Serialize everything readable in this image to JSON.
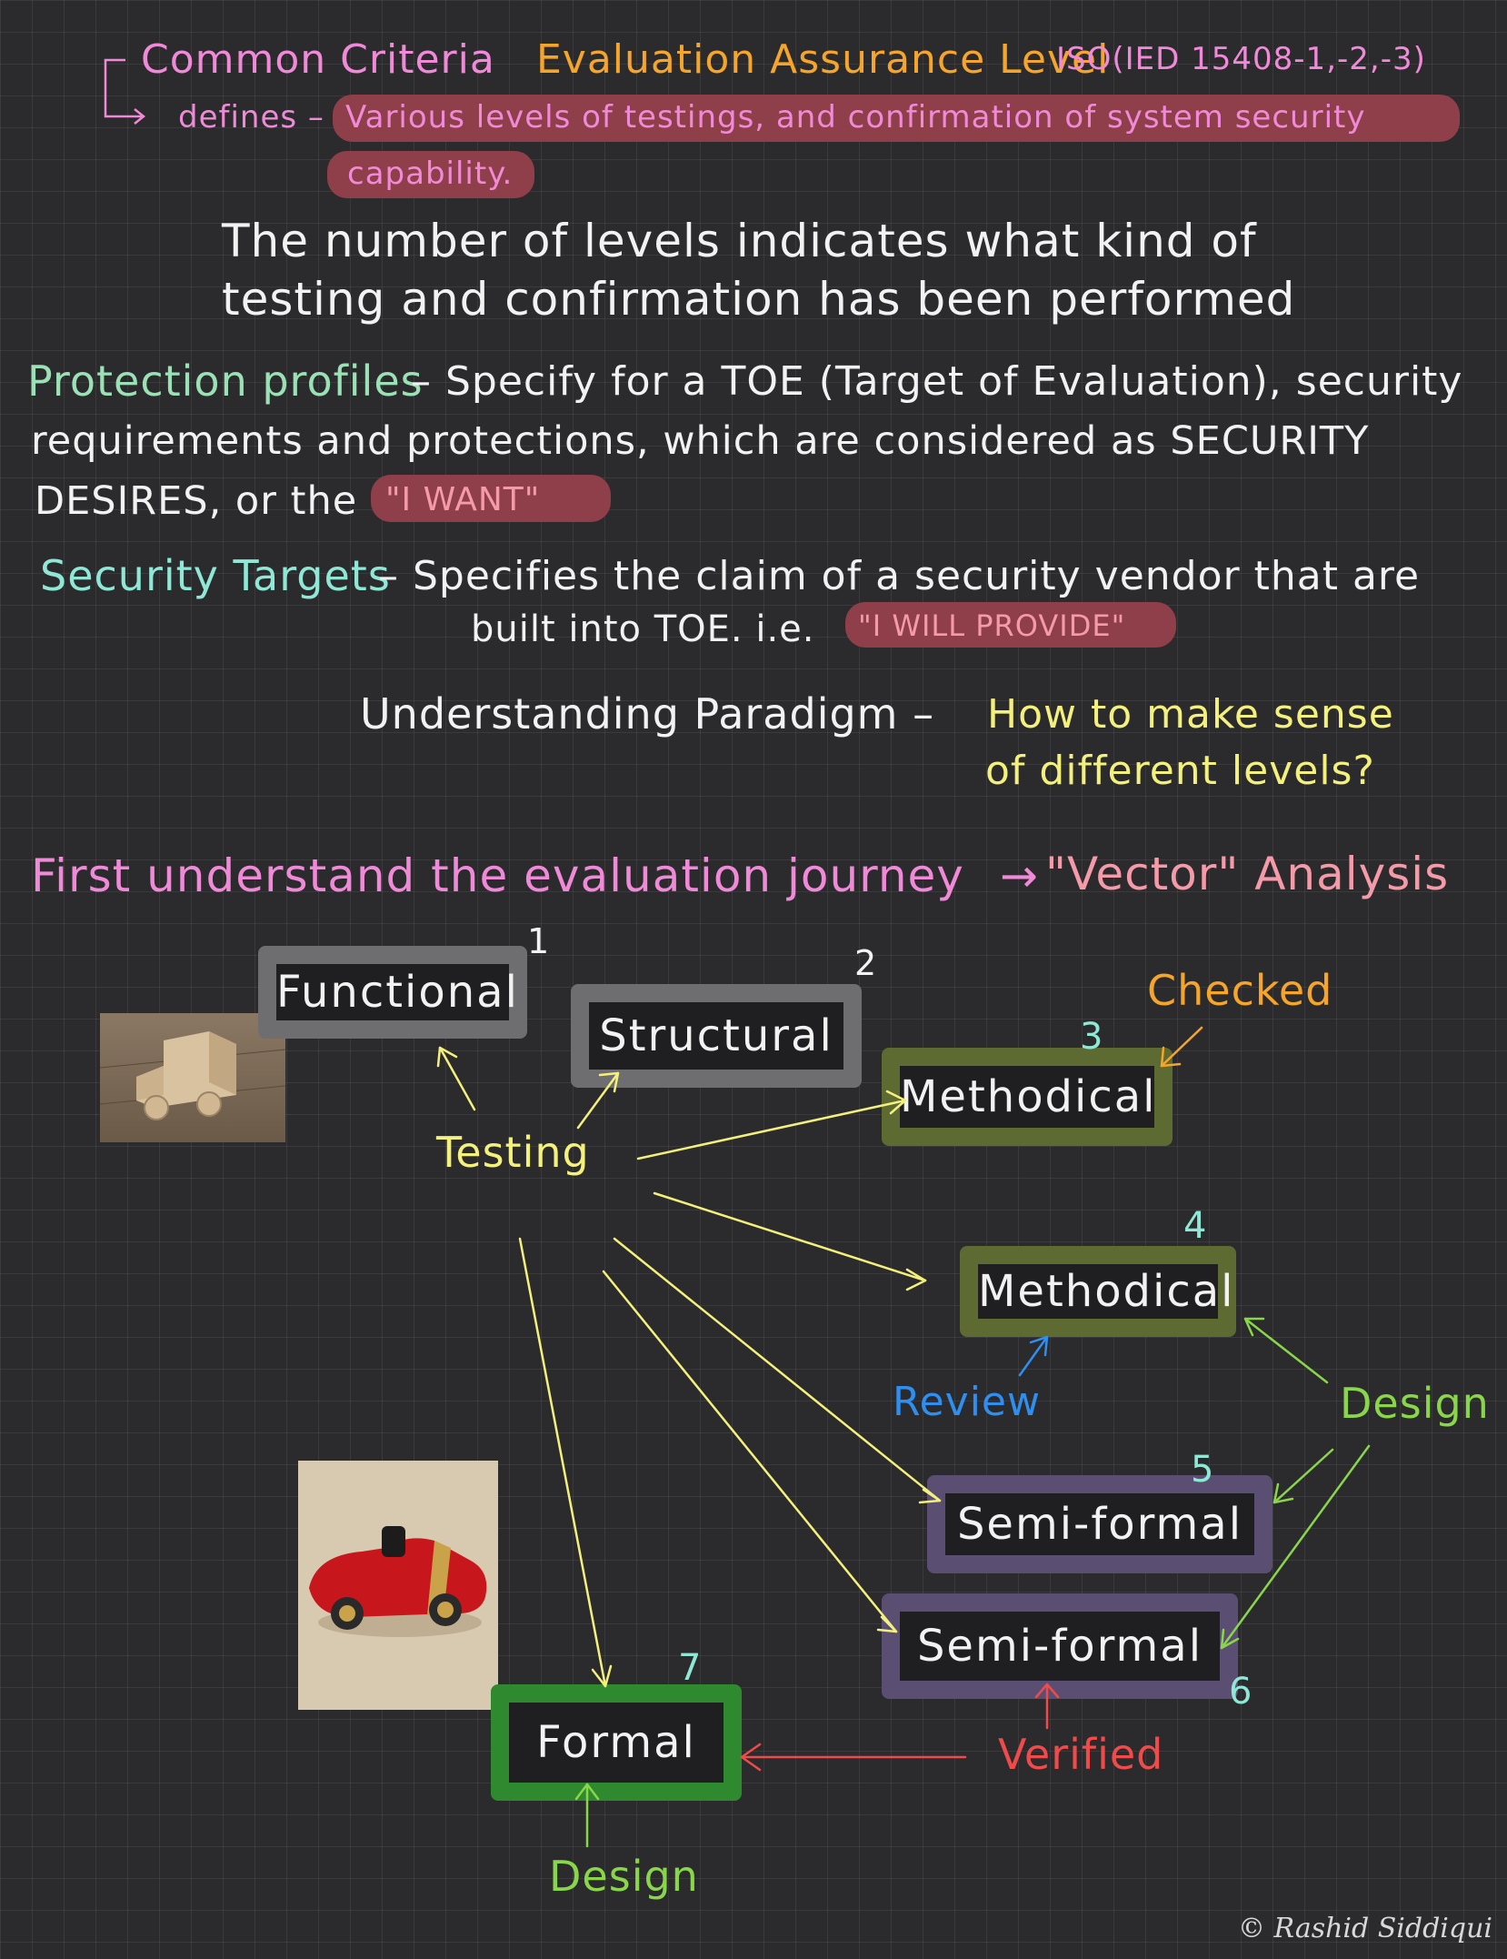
{
  "colors": {
    "background": "#2b2b2d",
    "pink": "#f08ad8",
    "orange": "#f5a52a",
    "highlight": "#8e3f4a",
    "green_text": "#9ce0b5",
    "teal": "#8fe7d6",
    "yellow": "#f4f07c",
    "salmon": "#f59aa8",
    "blue": "#2f8ff0",
    "lime": "#8ad64a",
    "red": "#ef4b4b"
  },
  "header": {
    "line1_a": "Common Criteria",
    "line1_b": "Evaluation Assurance Level",
    "line1_c": "ISO(IED 15408-1,-2,-3)",
    "defines": "defines –",
    "highlight_a": "Various levels of testings, and confirmation of system security",
    "highlight_b": "capability."
  },
  "intro": {
    "line1": "The number of levels indicates what kind of",
    "line2": "testing and confirmation has been performed"
  },
  "protection": {
    "term": "Protection profiles",
    "line1": "– Specify for a TOE (Target of Evaluation), security",
    "line2": "requirements and protections, which are considered as SECURITY",
    "line3": "DESIRES, or the",
    "quote": "\"I WANT\""
  },
  "targets": {
    "term": "Security Targets",
    "line1": "– Specifies the claim of a security vendor that are",
    "line2": "built into TOE. i.e.",
    "quote": "\"I WILL PROVIDE\""
  },
  "paradigm": {
    "label": "Understanding Paradigm –",
    "question1": "How to make sense",
    "question2": "of different levels?"
  },
  "journey": {
    "text": "First understand the evaluation journey",
    "arrow": "→",
    "analysis": "\"Vector\" Analysis"
  },
  "levels": [
    {
      "num": "1",
      "label": "Functional",
      "color": "#6e6e70"
    },
    {
      "num": "2",
      "label": "Structural",
      "color": "#6e6e70"
    },
    {
      "num": "3",
      "label": "Methodical",
      "color": "#5d6a32"
    },
    {
      "num": "4",
      "label": "Methodical",
      "color": "#5d6a32"
    },
    {
      "num": "5",
      "label": "Semi-formal",
      "color": "#5a4f72"
    },
    {
      "num": "6",
      "label": "Semi-formal",
      "color": "#5a4f72"
    },
    {
      "num": "7",
      "label": "Formal",
      "color": "#2f8a2f"
    }
  ],
  "annotations": {
    "testing": "Testing",
    "checked": "Checked",
    "review": "Review",
    "design_right": "Design",
    "verified": "Verified",
    "design_bottom": "Design"
  },
  "credit": "© Rashid Siddiqui"
}
